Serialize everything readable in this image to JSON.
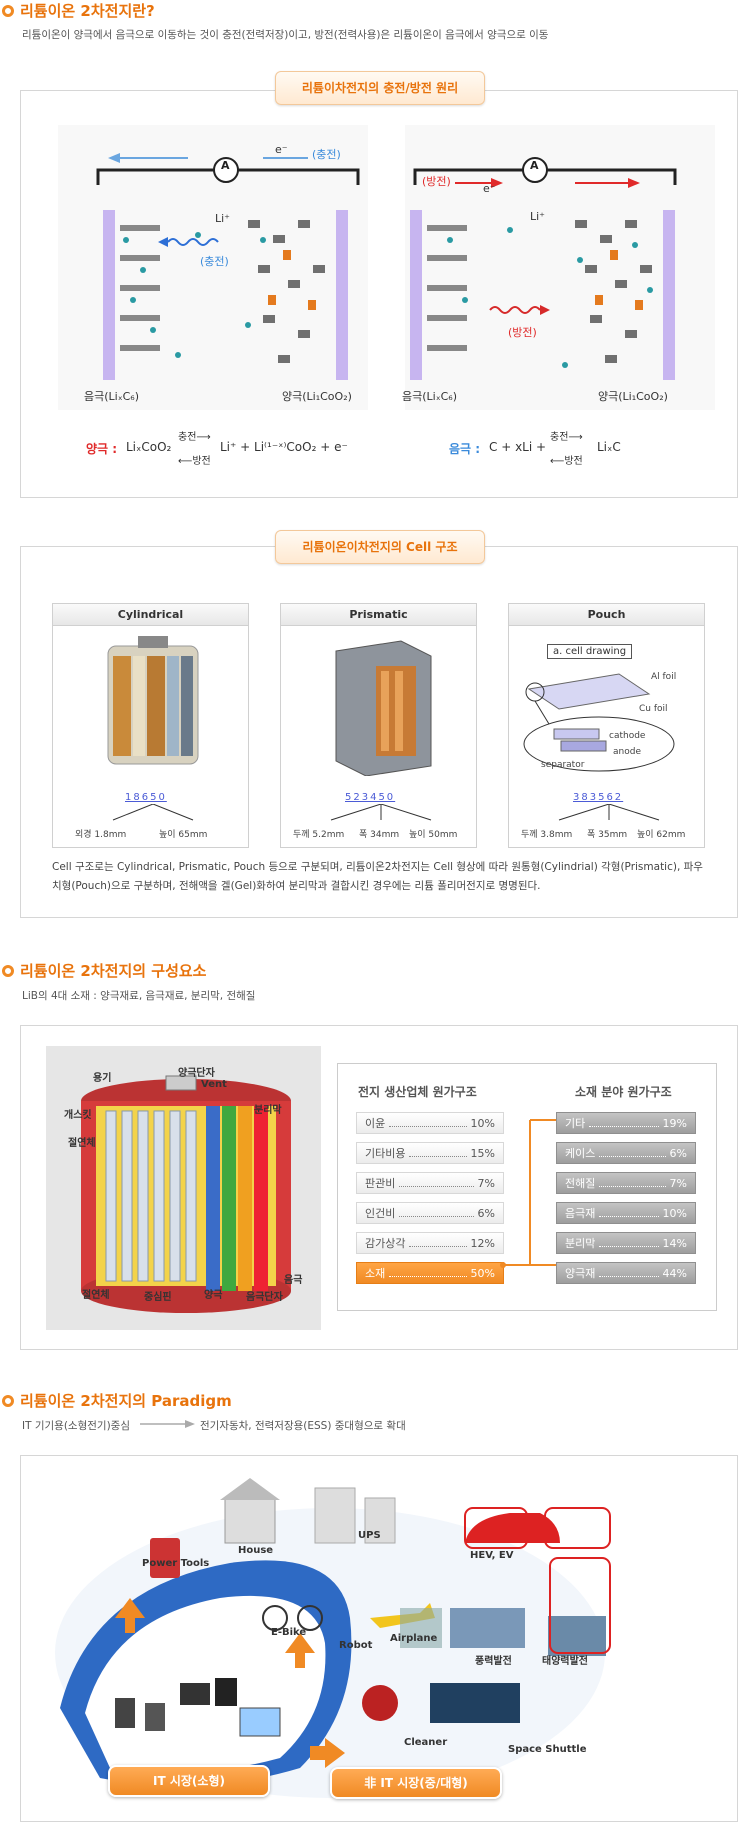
{
  "s1": {
    "title": "리튬이온 2차전지란?",
    "desc": "리튬이온이 양극에서 음극으로 이동하는 것이 충전(전력저장)이고, 방전(전력사용)은 리튬이온이 음극에서 양극으로 이동",
    "pill": "리튬이차전지의 충전/방전 원리",
    "left": {
      "electron": "e⁻",
      "charge": "(충전)",
      "li": "Li⁺",
      "charge2": "(충전)",
      "neg": "음극(LiₓC₆)",
      "pos": "양극(Li₁CoO₂)",
      "ammeter": "A"
    },
    "right": {
      "discharge": "(방전)",
      "electron": "e⁻",
      "li": "Li⁺",
      "discharge2": "(방전)",
      "neg": "음극(LiₓC₆)",
      "pos": "양극(Li₁CoO₂)",
      "ammeter": "A"
    },
    "eq1": {
      "label": "양극 :",
      "lhs": "LiₓCoO₂",
      "top": "충전⟶",
      "bot": "⟵방전",
      "rhs": "Li⁺ + Li⁽¹⁻ˣ⁾CoO₂ + e⁻"
    },
    "eq2": {
      "label": "음극 :",
      "lhs": "C + xLi +",
      "top": "충전⟶",
      "bot": "⟵방전",
      "rhs": "LiₓC"
    }
  },
  "s2": {
    "pill": "리튬이온이차전지의 Cell 구조",
    "cards": [
      {
        "title": "Cylindrical",
        "code": "18650",
        "d1": "외경 1.8mm",
        "d2": "높이 65mm"
      },
      {
        "title": "Prismatic",
        "code": "523450",
        "d1": "두께 5.2mm",
        "d2": "폭 34mm",
        "d3": "높이 50mm"
      },
      {
        "title": "Pouch",
        "code": "383562",
        "d1": "두께 3.8mm",
        "d2": "폭 35mm",
        "d3": "높이 62mm",
        "drawing": "a. cell drawing",
        "al": "Al foil",
        "cu": "Cu foil",
        "cathode": "cathode",
        "anode": "anode",
        "sep": "separator"
      }
    ],
    "note": "Cell 구조로는 Cylindrical, Prismatic, Pouch 등으로 구분되며, 리튬이온2차전지는 Cell 형상에 따라 원통형(Cylindrial) 각형(Prismatic), 파우치형(Pouch)으로 구분하며, 전해액을 겔(Gel)화하여 분리막과 결합시킨 경우에는 리튬 폴리머전지로 명명된다."
  },
  "s3": {
    "title": "리튬이온 2차전지의 구성요소",
    "desc": "LiB의 4대 소재 :  양극재료, 음극재료, 분리막, 전해질",
    "parts": {
      "a": "용기",
      "b": "양극단자",
      "c": "Vent",
      "d": "개스킷",
      "e": "분리막",
      "f": "절연체",
      "g": "절연체",
      "h": "중심핀",
      "i": "양극",
      "j": "음극",
      "k": "음극단자"
    },
    "leftTitle": "전지 생산업체 원가구조",
    "rightTitle": "소재 분야 원가구조",
    "left": [
      {
        "k": "이윤",
        "v": "10%"
      },
      {
        "k": "기타비용",
        "v": "15%"
      },
      {
        "k": "판관비",
        "v": "7%"
      },
      {
        "k": "인건비",
        "v": "6%"
      },
      {
        "k": "감가상각",
        "v": "12%"
      },
      {
        "k": "소재",
        "v": "50%"
      }
    ],
    "right": [
      {
        "k": "기타",
        "v": "19%"
      },
      {
        "k": "케이스",
        "v": "6%"
      },
      {
        "k": "전해질",
        "v": "7%"
      },
      {
        "k": "음극재",
        "v": "10%"
      },
      {
        "k": "분리막",
        "v": "14%"
      },
      {
        "k": "양극재",
        "v": "44%"
      }
    ]
  },
  "s4": {
    "title": "리튬이온 2차전지의 Paradigm",
    "from": "IT 기기용(소형전기)중심",
    "to": "전기자동차, 전력저장용(ESS) 중대형으로 확대",
    "apps": {
      "tools": "Power Tools",
      "house": "House",
      "ups": "UPS",
      "hev": "HEV, EV",
      "ebike": "E-Bike",
      "robot": "Robot",
      "airplane": "Airplane",
      "wind": "풍력발전",
      "solar": "태양력발전",
      "cleaner": "Cleaner",
      "shuttle": "Space Shuttle"
    },
    "btn1": "IT 시장(소형)",
    "btn2": "非 IT 시장(중/대형)"
  }
}
